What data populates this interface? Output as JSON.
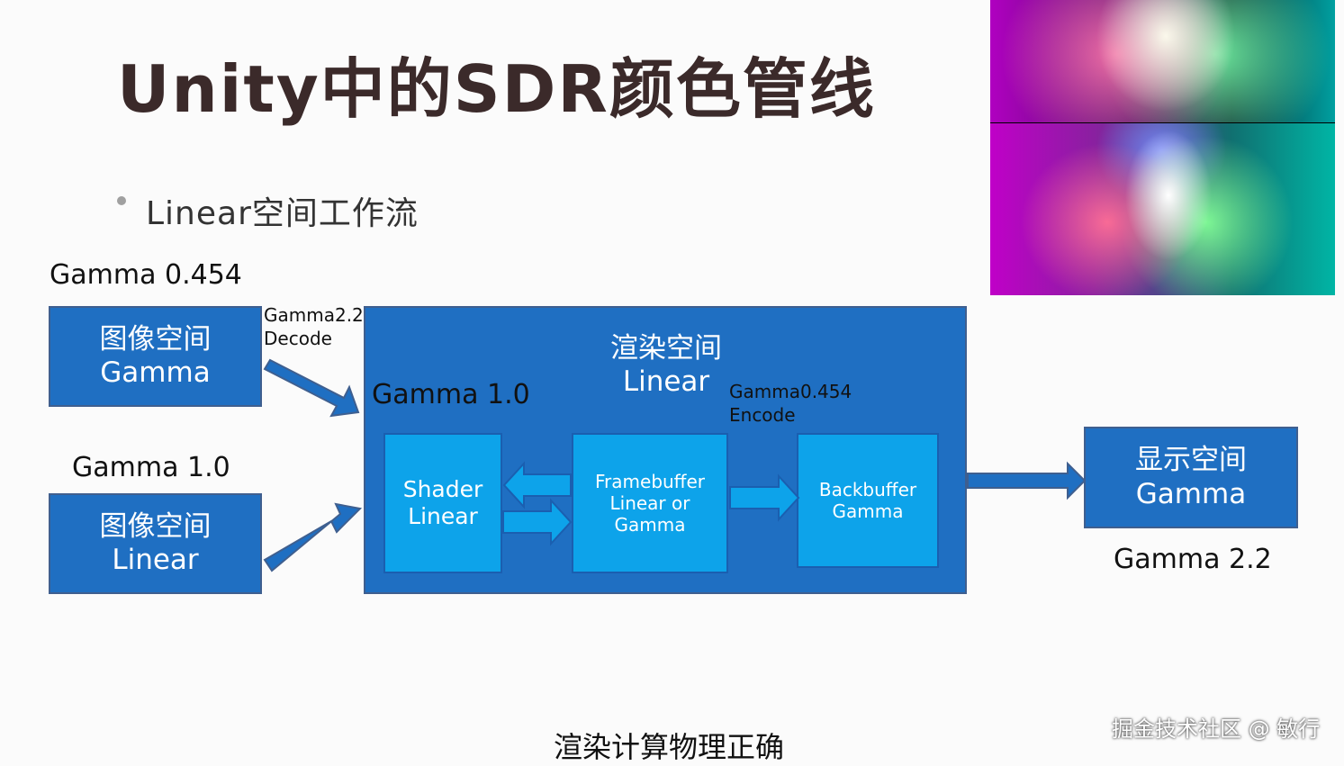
{
  "slide": {
    "title": "Unity中的SDR颜色管线",
    "bullet": "Linear空间工作流",
    "caption": "渲染计算物理正确",
    "watermark": "掘金技术社区 @ 敏行"
  },
  "labels": {
    "gamma_0454": "Gamma 0.454",
    "gamma_10_left": "Gamma 1.0",
    "gamma_10_render": "Gamma 1.0",
    "gamma_22": "Gamma 2.2",
    "decode_line1": "Gamma2.2",
    "decode_line2": "Decode",
    "encode_line1": "Gamma0.454",
    "encode_line2": "Encode"
  },
  "boxes": {
    "image_gamma": {
      "line1": "图像空间",
      "line2": "Gamma"
    },
    "image_linear": {
      "line1": "图像空间",
      "line2": "Linear"
    },
    "render_space": {
      "line1": "渲染空间",
      "line2": "Linear"
    },
    "shader": {
      "line1": "Shader",
      "line2": "Linear"
    },
    "framebuffer": {
      "line1": "Framebuffer",
      "line2": "Linear or",
      "line3": "Gamma"
    },
    "backbuffer": {
      "line1": "Backbuffer",
      "line2": "Gamma"
    },
    "display": {
      "line1": "显示空间",
      "line2": "Gamma"
    }
  },
  "colors": {
    "dark_blue": "#1f6fc2",
    "light_blue": "#0da3ea",
    "title": "#3b2a2a"
  }
}
